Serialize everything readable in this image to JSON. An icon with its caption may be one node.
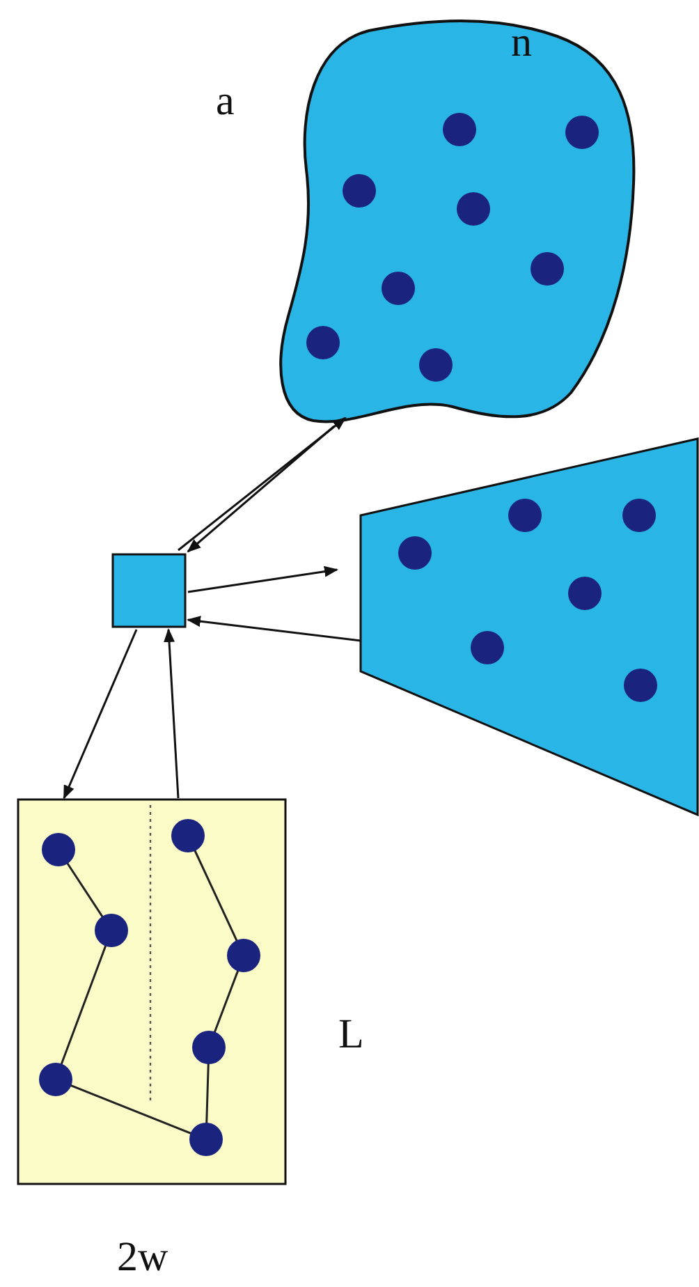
{
  "diagram": {
    "nodes": [
      {
        "text": [
          "n"
        ]
      },
      {
        "text": [],
        "shape": "box"
      },
      {
        "text": [],
        "shape": "trapezoid"
      },
      {
        "text": [],
        "shape": "box"
      }
    ],
    "edges": [
      {
        "from": 1,
        "to": 0,
        "arrow": "to"
      },
      {
        "from": 0,
        "to": 1,
        "arrow": "to"
      },
      {
        "from": 1,
        "to": 2,
        "arrow": "to"
      },
      {
        "from": 2,
        "to": 1,
        "arrow": "to"
      },
      {
        "from": 1,
        "to": 3,
        "arrow": "to"
      },
      {
        "from": 3,
        "to": 1,
        "arrow": "to"
      }
    ],
    "labels": [
      "a",
      "L",
      "2w"
    ]
  }
}
